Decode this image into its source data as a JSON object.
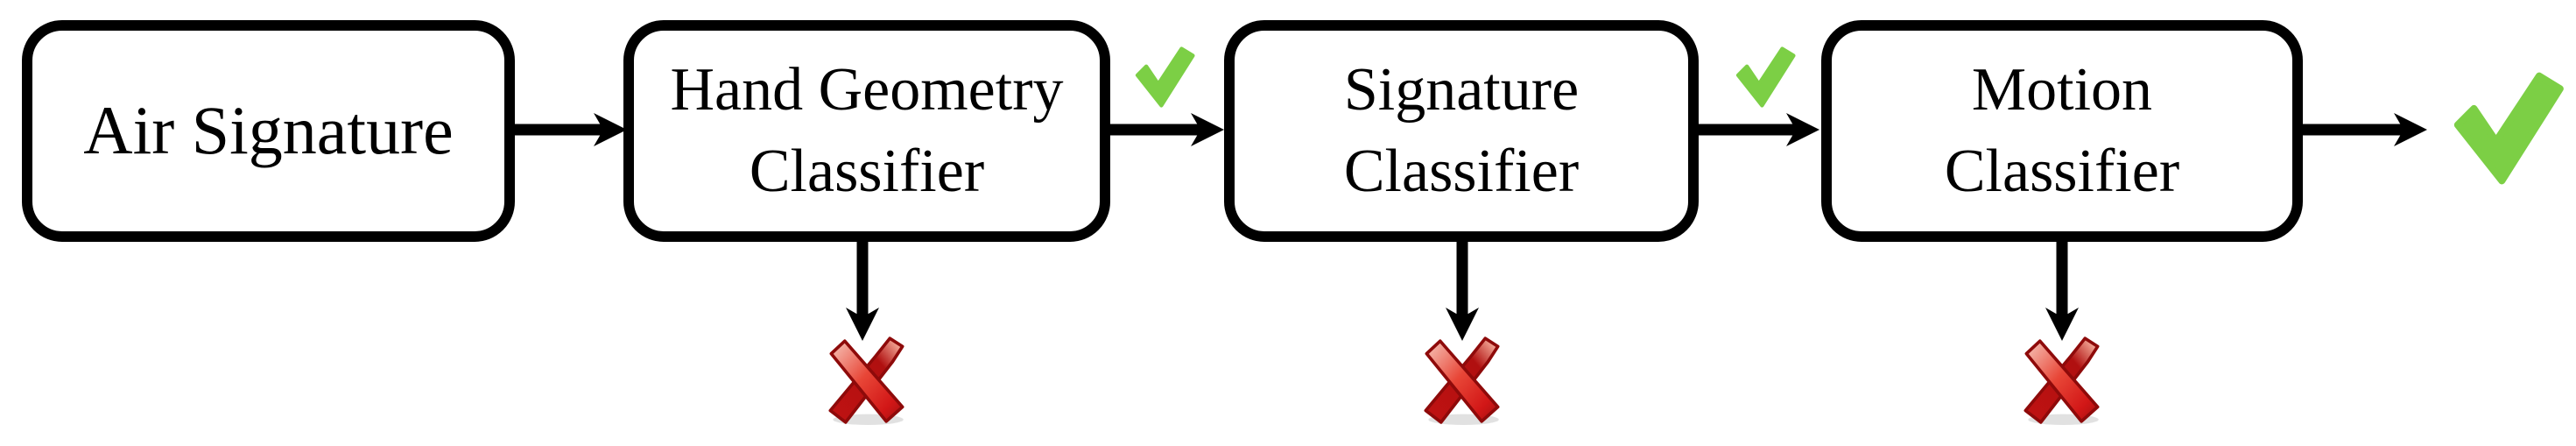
{
  "nodes": [
    {
      "id": "air-signature",
      "label": "Air Signature"
    },
    {
      "id": "hand-geometry-classifier",
      "label": "Hand Geometry\nClassifier"
    },
    {
      "id": "signature-classifier",
      "label": "Signature\nClassifier"
    },
    {
      "id": "motion-classifier",
      "label": "Motion\nClassifier"
    }
  ],
  "icons": {
    "accept": "green-check-icon",
    "reject": "red-cross-icon"
  },
  "colors": {
    "line_black": "#000000",
    "box_fill": "#FFFFFF",
    "background": "#FFFFFF",
    "accept_green": "#7CCF45",
    "reject_red": "#D21717",
    "reject_red_dark": "#8E0A0A",
    "reject_highlight": "#F6C7BC",
    "shadow_gray": "#C9C9C9"
  }
}
